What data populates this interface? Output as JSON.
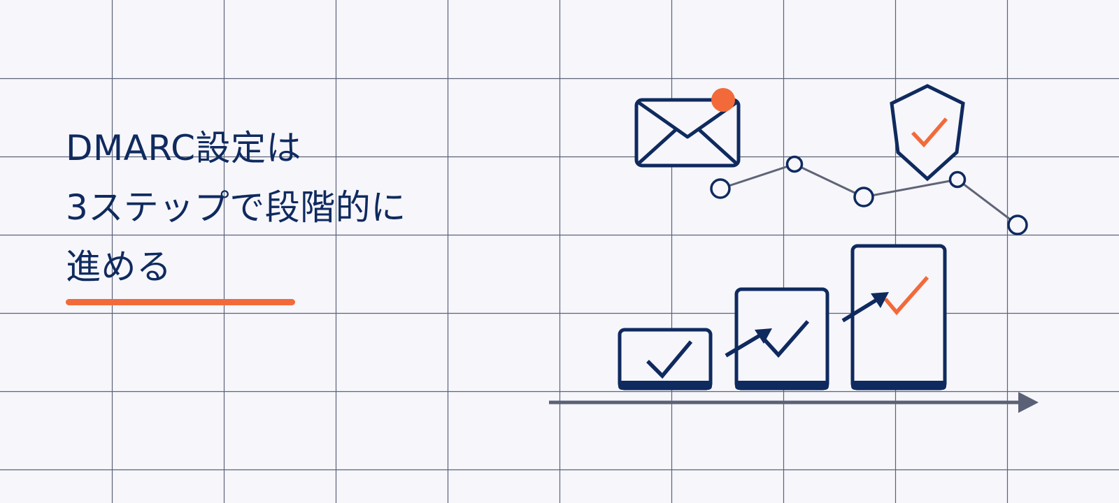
{
  "headline": {
    "lines": [
      "DMARC設定は",
      "3ステップで段階的に",
      "進める"
    ]
  },
  "colors": {
    "background": "#f6f6fb",
    "grid": "#5c6378",
    "navy": "#0f2a5e",
    "accent": "#f26a3a",
    "connector": "#5f6476"
  },
  "illustration": {
    "icons": [
      "envelope-icon",
      "notification-dot",
      "shield-check-icon"
    ],
    "network_nodes": 5,
    "steps": [
      {
        "label": "step-1",
        "check_color": "navy"
      },
      {
        "label": "step-2",
        "check_color": "navy"
      },
      {
        "label": "step-3",
        "check_color": "accent"
      }
    ]
  }
}
